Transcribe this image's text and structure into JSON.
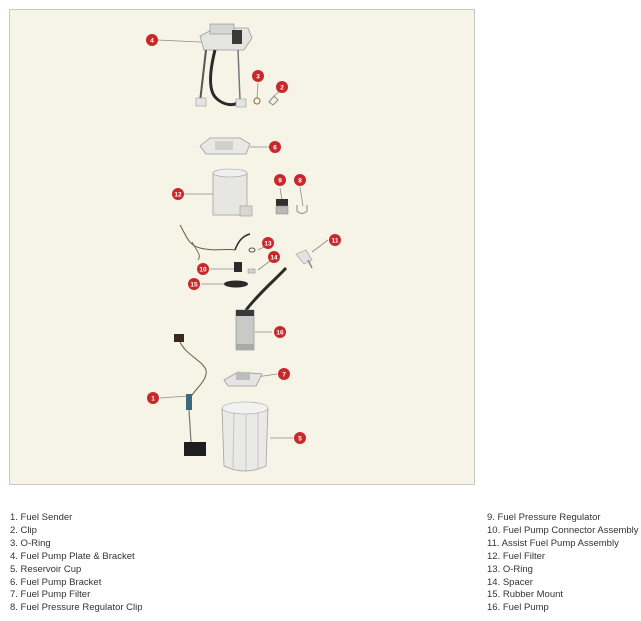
{
  "diagram": {
    "callouts": [
      {
        "id": "c1",
        "label": "1"
      },
      {
        "id": "c2",
        "label": "2"
      },
      {
        "id": "c3",
        "label": "3"
      },
      {
        "id": "c4",
        "label": "4"
      },
      {
        "id": "c5",
        "label": "5"
      },
      {
        "id": "c6",
        "label": "6"
      },
      {
        "id": "c7",
        "label": "7"
      },
      {
        "id": "c8",
        "label": "8"
      },
      {
        "id": "c9",
        "label": "9"
      },
      {
        "id": "c10",
        "label": "10"
      },
      {
        "id": "c11",
        "label": "11"
      },
      {
        "id": "c12",
        "label": "12"
      },
      {
        "id": "c13",
        "label": "13"
      },
      {
        "id": "c14",
        "label": "14"
      },
      {
        "id": "c15",
        "label": "15"
      },
      {
        "id": "c16",
        "label": "16"
      }
    ],
    "colors": {
      "background": "#f6f4e7",
      "callout": "#c8282b",
      "leader": "#8a8a8a",
      "part_light": "#e4e4e2",
      "part_dark": "#2a2a2a"
    }
  },
  "legend": {
    "left": [
      "1. Fuel Sender",
      "2. Clip",
      "3. O-Ring",
      "4. Fuel Pump Plate & Bracket",
      "5. Reservoir Cup",
      "6. Fuel Pump Bracket",
      "7. Fuel Pump Filter",
      "8. Fuel Pressure Regulator Clip"
    ],
    "right": [
      "9. Fuel Pressure Regulator",
      "10. Fuel Pump Connector Assembly",
      "11. Assist Fuel Pump Assembly",
      "12. Fuel Filter",
      "13. O-Ring",
      "14. Spacer",
      "15. Rubber Mount",
      "16. Fuel Pump"
    ]
  }
}
